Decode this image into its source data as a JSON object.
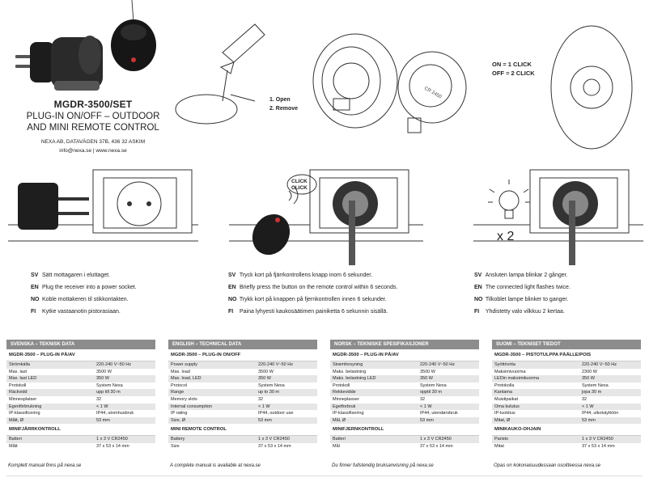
{
  "product": {
    "model": "MGDR-3500/SET",
    "subtitle_line1": "PLUG-IN ON/OFF – OUTDOOR",
    "subtitle_line2": "AND MINI REMOTE CONTROL",
    "address": "NEXA AB, DATAVÄGEN 37B, 436 32 ASKIM",
    "contact": "info@nexa.se  |  www.nexa.se"
  },
  "battery_steps": {
    "step1": "1. Open",
    "step2": "2. Remove",
    "battery_label": "CR 2450"
  },
  "remote_info": {
    "on": "ON =  1 CLICK",
    "off": "OFF = 2 CLICK"
  },
  "illustrations": {
    "click1": "CLICK",
    "click2": "CLICK",
    "times": "x 2"
  },
  "instructions": [
    {
      "lines": [
        {
          "lang": "SV",
          "text": "Sätt mottagaren i eluttaget."
        },
        {
          "lang": "EN",
          "text": "Plug the receiver into a power socket."
        },
        {
          "lang": "NO",
          "text": "Koble mottakeren til stikkontakten."
        },
        {
          "lang": "FI",
          "text": "Kytke vastaanotin pistorasiaan."
        }
      ]
    },
    {
      "lines": [
        {
          "lang": "SV",
          "text": "Tryck kort på fjärrkontrollens knapp inom 6 sekunder."
        },
        {
          "lang": "EN",
          "text": "Briefly press the button on the remote control within 6 seconds."
        },
        {
          "lang": "NO",
          "text": "Trykk kort på knappen på fjernkontrollen innen 6 sekunder."
        },
        {
          "lang": "FI",
          "text": "Paina lyhyesti kaukosäätimen painiketta 6 sekunnin sisällä."
        }
      ]
    },
    {
      "lines": [
        {
          "lang": "SV",
          "text": "Ansluten lampa blinkar 2 gånger."
        },
        {
          "lang": "EN",
          "text": "The connected light flashes twice."
        },
        {
          "lang": "NO",
          "text": "Tilkoblet lampe blinker to ganger."
        },
        {
          "lang": "FI",
          "text": "Yhdistetty valo vilkkuu 2 kertaa."
        }
      ]
    }
  ],
  "spec_tables": [
    {
      "header": "SVENSKA – TEKNISK DATA",
      "section1": "MGDR-3500 – PLUG-IN PÅ/AV",
      "rows1": [
        [
          "Strömkälla",
          "220-240 V~50 Hz"
        ],
        [
          "Max. last",
          "3500 W"
        ],
        [
          "Max. last LED",
          "350 W"
        ],
        [
          "Protokoll",
          "System Nexa"
        ],
        [
          "Räckvidd",
          "upp till 30 m"
        ],
        [
          "Minnesplatser",
          "32"
        ],
        [
          "Egenförbrukning",
          "< 1 W"
        ],
        [
          "IP-klassificering",
          "IP44, utomhusbruk"
        ],
        [
          "Mått, Ø",
          "53 mm"
        ]
      ],
      "section2": "MINIFJÄRRKONTROLL",
      "rows2": [
        [
          "Batteri",
          "1 x 3 V CR2450"
        ],
        [
          "Mått",
          "37 x 53 x 14 mm"
        ]
      ],
      "footer": "Komplett manual finns på nexa.se"
    },
    {
      "header": "ENGLISH – TECHNICAL DATA",
      "section1": "MGDR-3500 – PLUG-IN ON/OFF",
      "rows1": [
        [
          "Power supply",
          "220-240 V~50 Hz"
        ],
        [
          "Max. load",
          "3500 W"
        ],
        [
          "Max. load, LED",
          "350 W"
        ],
        [
          "Protocol",
          "System Nexa"
        ],
        [
          "Range",
          "up to 30 m"
        ],
        [
          "Memory slots",
          "32"
        ],
        [
          "Internal consumption",
          "< 1 W"
        ],
        [
          "IP rating",
          "IP44, outdoor use"
        ],
        [
          "Size, Ø",
          "53 mm"
        ]
      ],
      "section2": "MINI REMOTE CONTROL",
      "rows2": [
        [
          "Battery",
          "1 x 3 V CR2450"
        ],
        [
          "Size",
          "37 x 53 x 14 mm"
        ]
      ],
      "footer": "A complete manual is available at nexa.se"
    },
    {
      "header": "NORSK – TEKNISKE SPESIFIKASJONER",
      "section1": "MGDR-3500 – PLUG-IN PÅ/AV",
      "rows1": [
        [
          "Strømforsyning",
          "220-240 V~50 Hz"
        ],
        [
          "Maks. belastning",
          "3500 W"
        ],
        [
          "Maks. belastning LED",
          "350 W"
        ],
        [
          "Protokoll",
          "System Nexa"
        ],
        [
          "Rekkevidde",
          "opptil 30 m"
        ],
        [
          "Minneplasser",
          "32"
        ],
        [
          "Egetforbruk",
          "< 1 W"
        ],
        [
          "IP-klassifisering",
          "IP44, utendørsbruk"
        ],
        [
          "Mål, Ø",
          "53 mm"
        ]
      ],
      "section2": "MINIFJERNKONTROLL",
      "rows2": [
        [
          "Batteri",
          "1 x 3 V CR2450"
        ],
        [
          "Mål",
          "37 x 53 x 14 mm"
        ]
      ],
      "footer": "Du finner fullstendig bruksanvisning på nexa.se"
    },
    {
      "header": "SUOMI – TEKNISET TIEDOT",
      "section1": "MGDR-3500 – PISTOTULPPA PÄÄLLE/POIS",
      "rows1": [
        [
          "Syöttövirta",
          "220-240 V~50 Hz"
        ],
        [
          "Maksimivuorma",
          "2300 W"
        ],
        [
          "LEDin maksimikuorma",
          "350 W"
        ],
        [
          "Protokolla",
          "System Nexa"
        ],
        [
          "Kantama",
          "jopa 30 m"
        ],
        [
          "Muistipaikat",
          "32"
        ],
        [
          "Oma kulutus",
          "< 1 W"
        ],
        [
          "IP-luokitus",
          "IP44, ulkokäyttöön"
        ],
        [
          "Mitat, Ø",
          "53 mm"
        ]
      ],
      "section2": "MINIKAUKO-OHJAIN",
      "rows2": [
        [
          "Paristo",
          "1 x 3 V CR2450"
        ],
        [
          "Mitat",
          "37 x 53 x 14 mm"
        ]
      ],
      "footer": "Opas on kokonaisuudessaan osoitteessa nexa.se"
    }
  ]
}
